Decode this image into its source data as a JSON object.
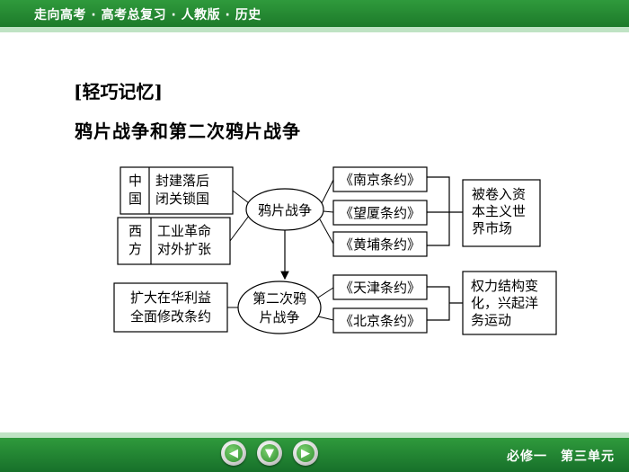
{
  "header": {
    "title": "走向高考 · 高考总复习 · 人教版 · 历史"
  },
  "section_heading": "[轻巧记忆]",
  "diagram_title": "鸦片战争和第二次鸦片战争",
  "diagram": {
    "china": {
      "country": [
        "中",
        "国"
      ],
      "causes": [
        "封建落后",
        "闭关锁国"
      ]
    },
    "west": {
      "country": [
        "西",
        "方"
      ],
      "causes": [
        "工业革命",
        "对外扩张"
      ]
    },
    "war1": "鸦片战争",
    "war2": [
      "第二次鸦",
      "片战争"
    ],
    "war2_cause": [
      "扩大在华利益",
      "全面修改条约"
    ],
    "treaties1": [
      "《南京条约》",
      "《望厦条约》",
      "《黄埔条约》"
    ],
    "treaties2": [
      "《天津条约》",
      "《北京条约》"
    ],
    "result1": [
      "被卷入资",
      "本主义世",
      "界市场"
    ],
    "result2": [
      "权力结构变",
      "化，兴起洋",
      "务运动"
    ]
  },
  "nav": {
    "prev_icon": "arrow-left-icon",
    "down_icon": "arrow-down-icon",
    "next_icon": "arrow-right-icon"
  },
  "footer": {
    "label": "必修一　第三单元"
  },
  "colors": {
    "header_green": "#2f9a3c",
    "strip_green": "#bfe3c4"
  }
}
